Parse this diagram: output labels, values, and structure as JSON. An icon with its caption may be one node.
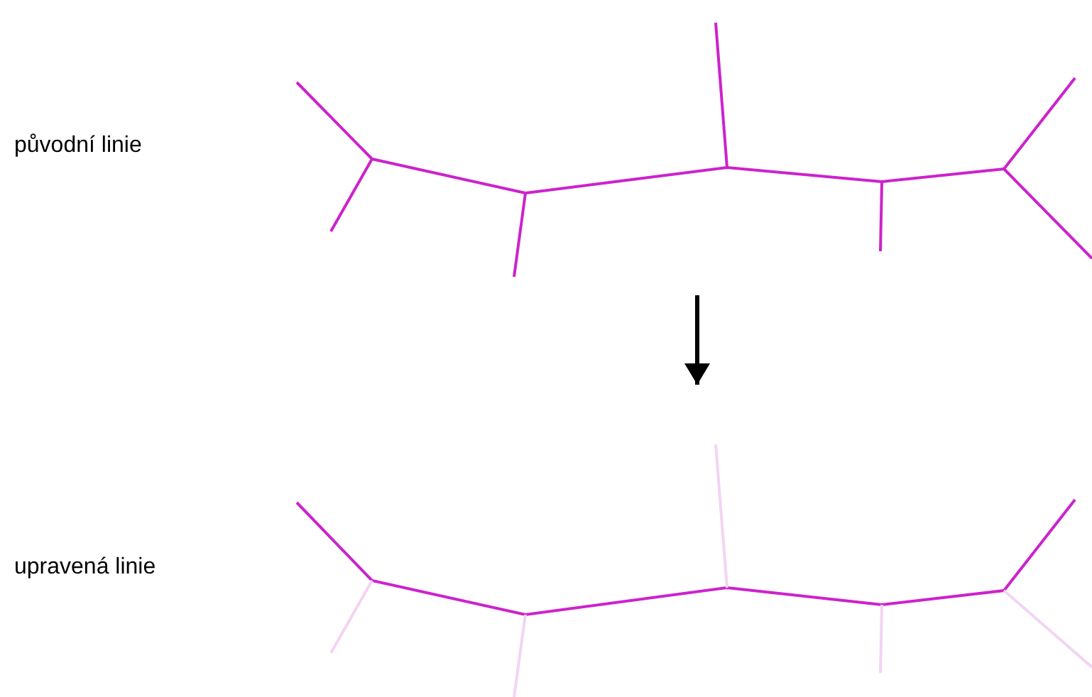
{
  "diagram": {
    "nodes": [
      {
        "text": [],
        "shape": "picture"
      },
      {
        "text": [],
        "shape": "picture"
      }
    ],
    "edges": [
      {
        "from": 0,
        "to": 1,
        "arrow": "to"
      }
    ],
    "labels": [
      "původní linie",
      "upravená linie"
    ]
  }
}
